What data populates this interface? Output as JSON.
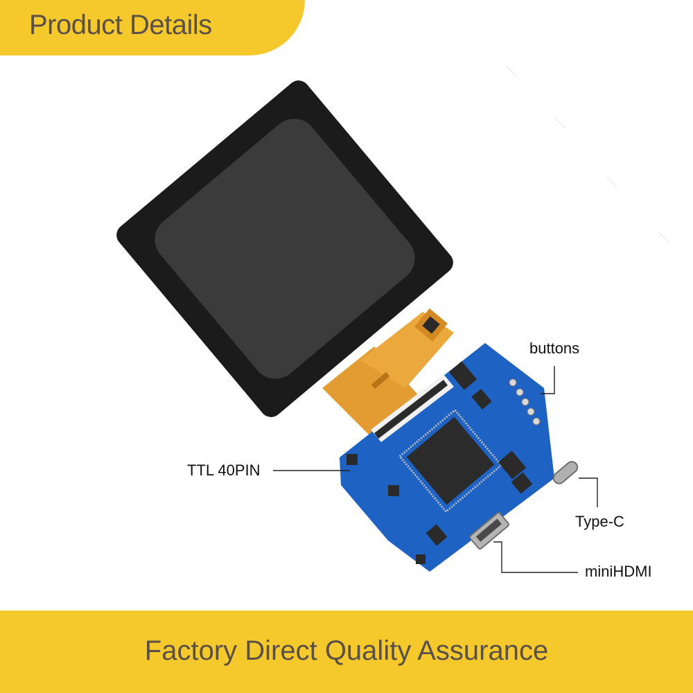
{
  "header": {
    "title": "Product Details"
  },
  "footer": {
    "tagline": "Factory Direct Quality Assurance"
  },
  "callouts": {
    "buttons": "buttons",
    "ttl": "TTL 40PIN",
    "typec": "Type-C",
    "minihdmi": "miniHDMI"
  },
  "colors": {
    "accent": "#f5c92c",
    "text": "#5a5047",
    "pcb": "#1e63c4",
    "flex": "#e5a23a",
    "bezel": "#1b1b1b",
    "screen": "#3a3a3a"
  }
}
